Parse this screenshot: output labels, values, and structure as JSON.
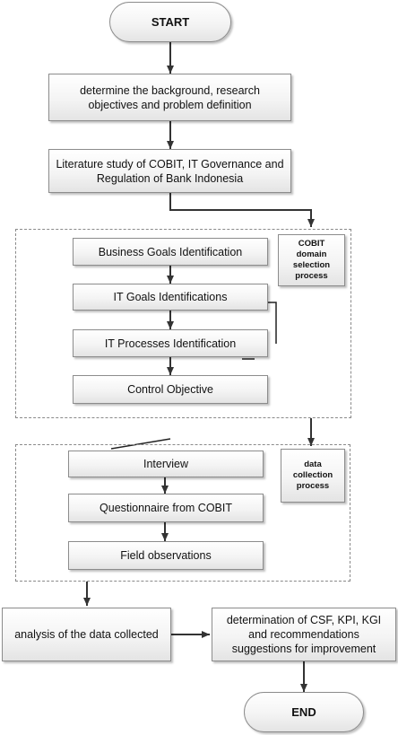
{
  "flowchart": {
    "start": "START",
    "end": "END",
    "step1": "determine the background, research objectives and problem definition",
    "step2": "Literature study of COBIT, IT Governance and Regulation of Bank Indonesia",
    "cobit_group": {
      "note": "COBIT domain selection process",
      "steps": [
        "Business Goals Identification",
        "IT Goals Identifications",
        "IT Processes Identification",
        "Control Objective"
      ]
    },
    "data_group": {
      "note": "data collection process",
      "steps": [
        "Interview",
        "Questionnaire from COBIT",
        "Field observations"
      ]
    },
    "analysis": "analysis of the data collected",
    "determination": "determination of CSF, KPI, KGI and recommendations suggestions for improvement"
  },
  "colors": {
    "line": "#333333",
    "box_border": "#8c8c8c",
    "dashed_border": "#8a8a8a"
  }
}
